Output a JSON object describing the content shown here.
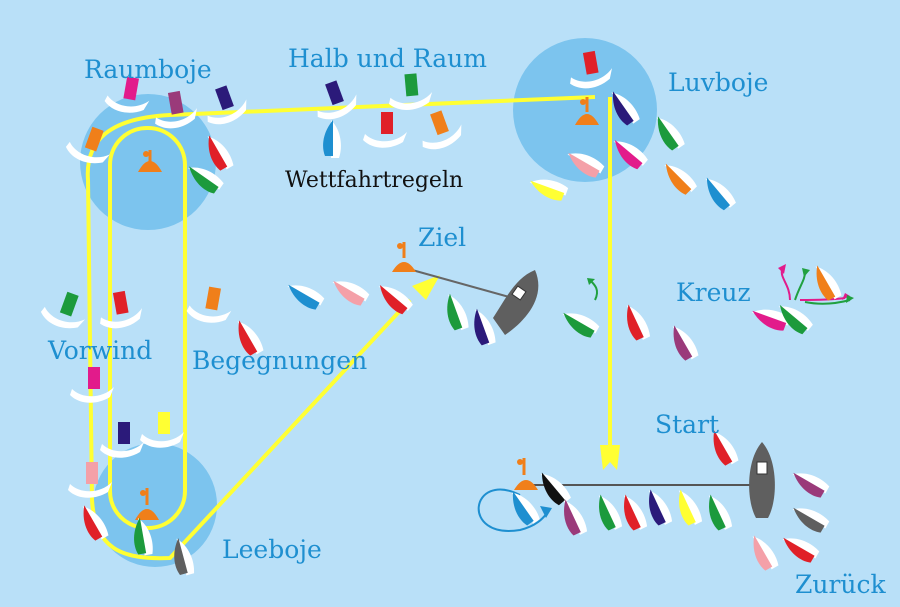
{
  "labels": {
    "raumboje": "Raumboje",
    "halb_und_raum": "Halb und Raum",
    "luvboje": "Luvboje",
    "wettfahrtregeln": "Wettfahrtregeln",
    "ziel": "Ziel",
    "kreuz": "Kreuz",
    "vorwind": "Vorwind",
    "begegnungen": "Begegnungen",
    "start": "Start",
    "leeboje": "Leeboje",
    "zurueck": "Zurück"
  },
  "colors": {
    "water": "#b9e0f8",
    "buoy_zone": "#7cc4ee",
    "course_line": "#ffff33",
    "label_blue": "#1e8fd0",
    "buoy": "#f07f1a",
    "committee_boat": "#5f5f5f"
  }
}
